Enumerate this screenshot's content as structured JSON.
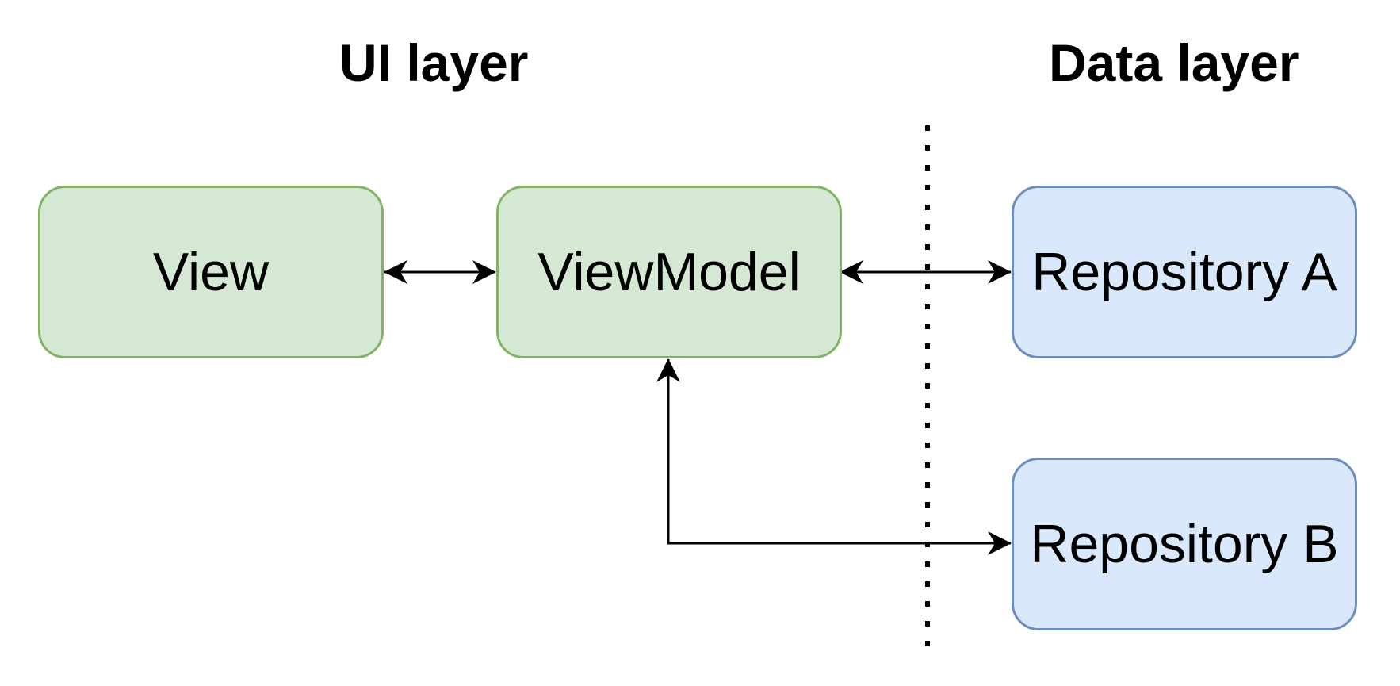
{
  "layers": {
    "ui_title": "UI layer",
    "data_title": "Data layer"
  },
  "nodes": {
    "view": {
      "label": "View"
    },
    "viewmodel": {
      "label": "ViewModel"
    },
    "repository_a": {
      "label": "Repository A"
    },
    "repository_b": {
      "label": "Repository B"
    }
  },
  "colors": {
    "ui_fill": "#d5e8d4",
    "ui_stroke": "#82b366",
    "data_fill": "#dae8fc",
    "data_stroke": "#6c8ebf",
    "edge": "#000000",
    "divider": "#000000"
  },
  "edges": [
    {
      "from": "view",
      "to": "viewmodel",
      "direction": "both"
    },
    {
      "from": "viewmodel",
      "to": "repository_a",
      "direction": "both"
    },
    {
      "from": "viewmodel",
      "to": "repository_b",
      "direction": "both"
    }
  ],
  "divider": {
    "style": "dotted",
    "separates": [
      "UI layer",
      "Data layer"
    ]
  }
}
